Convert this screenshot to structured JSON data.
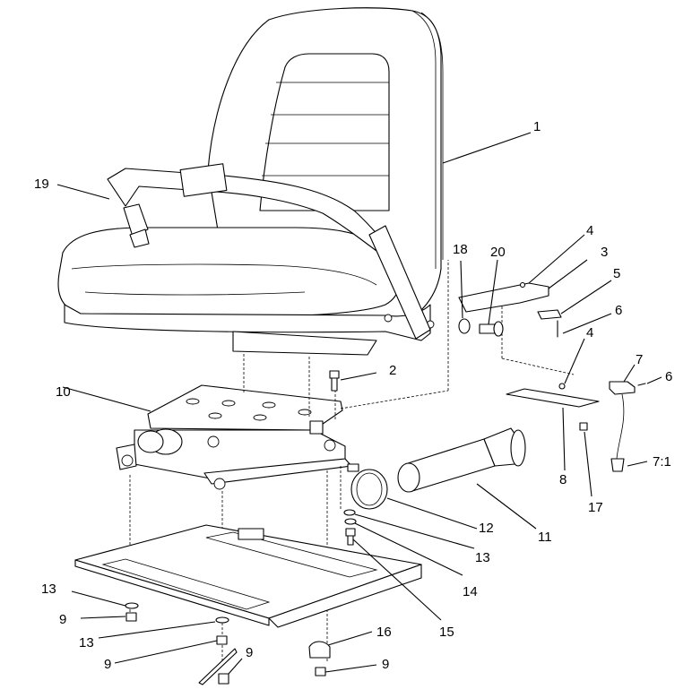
{
  "callouts": {
    "c1": "1",
    "c2": "2",
    "c3": "3",
    "c4a": "4",
    "c4b": "4",
    "c5": "5",
    "c6a": "6",
    "c6b": "6",
    "c7": "7",
    "c7_1": "7:1",
    "c8": "8",
    "c9a": "9",
    "c9b": "9",
    "c9c": "9",
    "c9d": "9",
    "c10": "10",
    "c11": "11",
    "c12": "12",
    "c13a": "13",
    "c13b": "13",
    "c13c": "13",
    "c14": "14",
    "c15": "15",
    "c16": "16",
    "c17": "17",
    "c18": "18",
    "c19": "19",
    "c20": "20"
  }
}
